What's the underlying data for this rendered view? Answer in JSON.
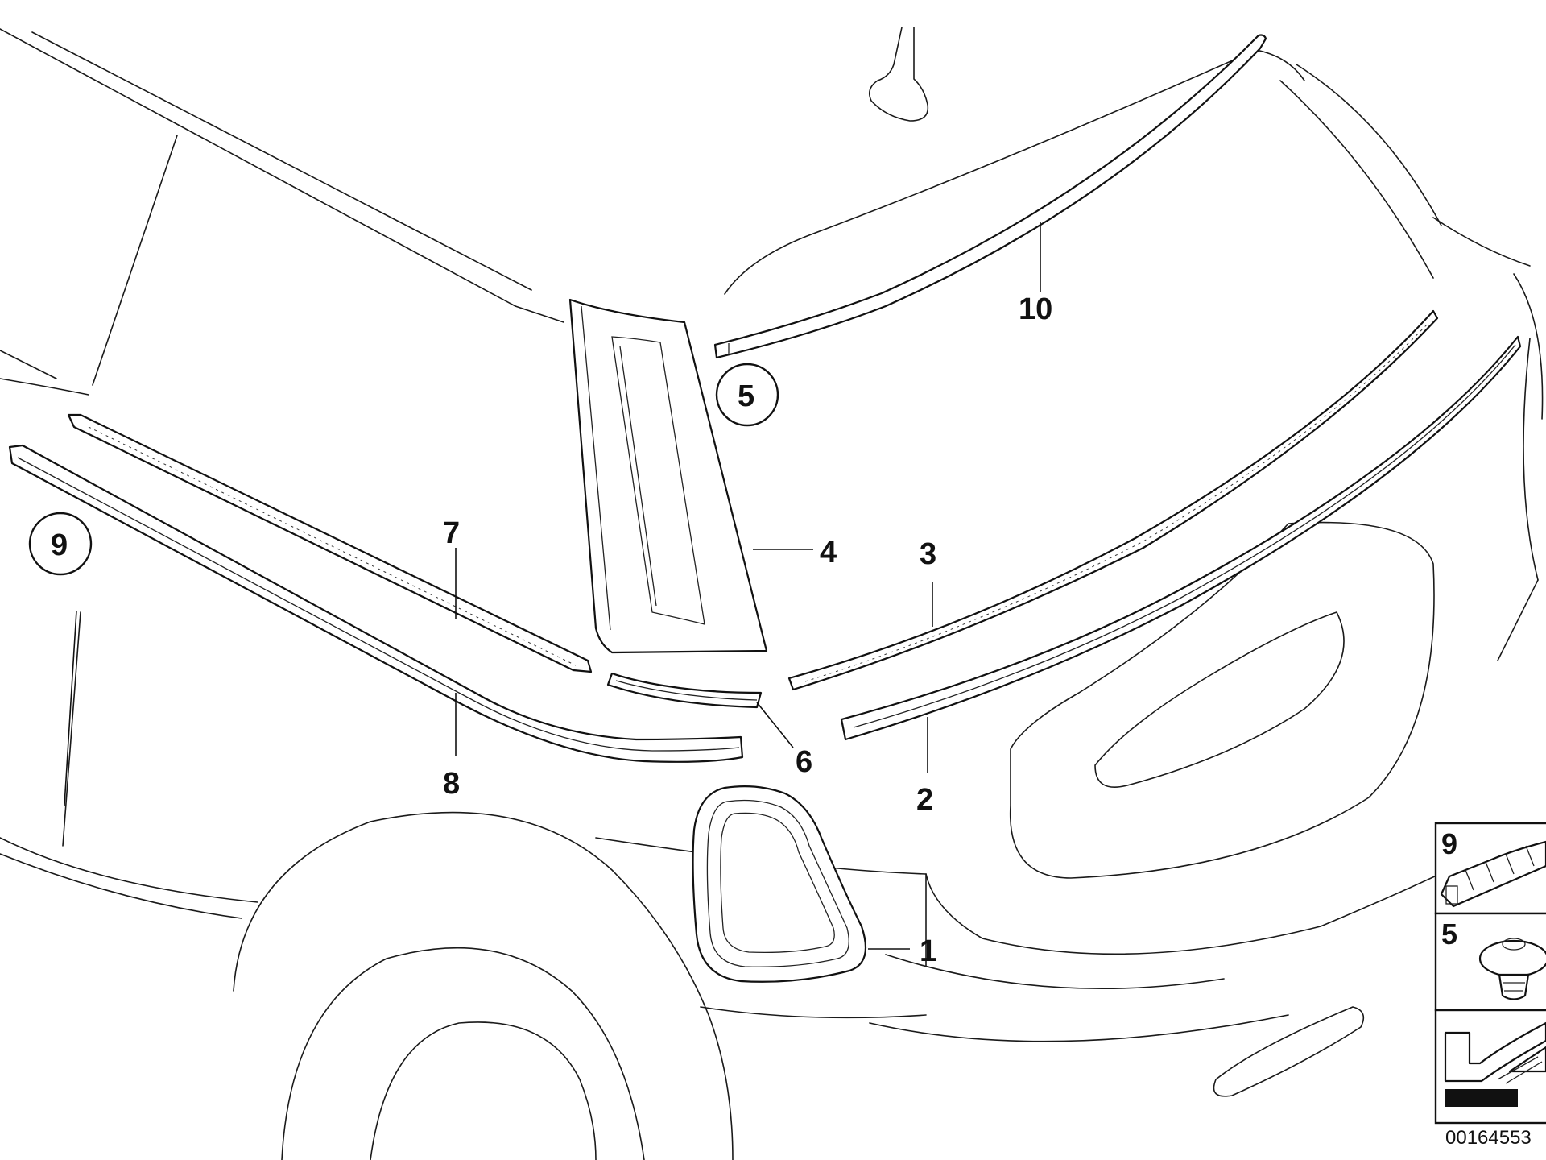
{
  "parts": [
    {
      "id": "1",
      "label": "1"
    },
    {
      "id": "2",
      "label": "2"
    },
    {
      "id": "3",
      "label": "3"
    },
    {
      "id": "4",
      "label": "4"
    },
    {
      "id": "5",
      "label": "5"
    },
    {
      "id": "6",
      "label": "6"
    },
    {
      "id": "7",
      "label": "7"
    },
    {
      "id": "8",
      "label": "8"
    },
    {
      "id": "9",
      "label": "9"
    },
    {
      "id": "10",
      "label": "10"
    }
  ],
  "legend": {
    "items": [
      {
        "label": "9"
      },
      {
        "label": "5"
      }
    ]
  },
  "reference_code": "00164553"
}
